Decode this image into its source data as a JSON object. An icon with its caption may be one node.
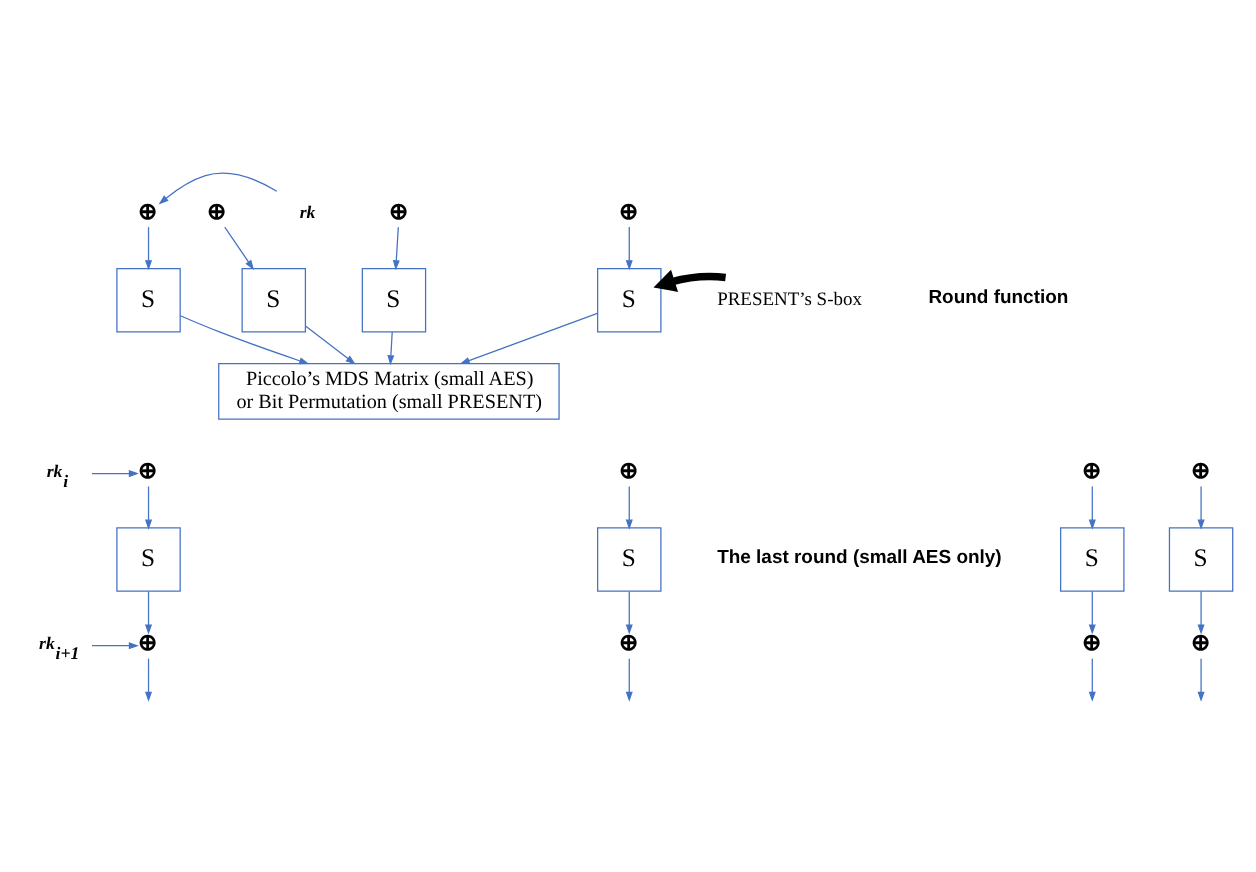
{
  "diagram": {
    "nodes": [
      {
        "text": [
          "rk"
        ]
      },
      {
        "text": [
          "⊕"
        ]
      },
      {
        "text": [
          "⊕"
        ]
      },
      {
        "text": [
          "⊕"
        ]
      },
      {
        "text": [
          "⊕"
        ]
      },
      {
        "text": [
          "S"
        ]
      },
      {
        "text": [
          "S"
        ]
      },
      {
        "text": [
          "S"
        ]
      },
      {
        "text": [
          "S"
        ]
      },
      {
        "text": [
          "Piccolo’s MDS Matrix (small AES) or Bit Permutation (small PRESENT)"
        ]
      },
      {
        "text": [
          "PRESENT’s S-box"
        ]
      },
      {
        "text": [
          "rk$_{i}$"
        ]
      },
      {
        "text": [
          "⊕"
        ]
      },
      {
        "text": [
          "⊕"
        ]
      },
      {
        "text": [
          "⊕"
        ]
      },
      {
        "text": [
          "⊕"
        ]
      },
      {
        "text": [
          "S"
        ]
      },
      {
        "text": [
          "S"
        ]
      },
      {
        "text": [
          "S"
        ]
      },
      {
        "text": [
          "S"
        ]
      },
      {
        "text": [
          "rk$_{i+1}$"
        ]
      },
      {
        "text": [
          "⊕"
        ]
      },
      {
        "text": [
          "⊕"
        ]
      },
      {
        "text": [
          "⊕"
        ]
      },
      {
        "text": [
          "⊕"
        ]
      }
    ],
    "edges": [
      {
        "from": 0,
        "to": 1,
        "arrow": "to"
      },
      {
        "from": 1,
        "to": 5,
        "arrow": "to"
      },
      {
        "from": 2,
        "to": 6,
        "arrow": "to"
      },
      {
        "from": 3,
        "to": 7,
        "arrow": "to"
      },
      {
        "from": 4,
        "to": 8,
        "arrow": "to"
      },
      {
        "from": 5,
        "to": 9,
        "arrow": "to"
      },
      {
        "from": 6,
        "to": 9,
        "arrow": "to"
      },
      {
        "from": 7,
        "to": 9,
        "arrow": "to"
      },
      {
        "from": 8,
        "to": 9,
        "arrow": "to"
      },
      {
        "from": 10,
        "to": 8,
        "arrow": "to",
        "style": "thick",
        "color": "#000000"
      },
      {
        "from": 11,
        "to": 12,
        "arrow": "to"
      },
      {
        "from": 12,
        "to": 16,
        "arrow": "to"
      },
      {
        "from": 13,
        "to": 17,
        "arrow": "to"
      },
      {
        "from": 14,
        "to": 18,
        "arrow": "to"
      },
      {
        "from": 15,
        "to": 19,
        "arrow": "to"
      },
      {
        "from": 16,
        "to": 21,
        "arrow": "to"
      },
      {
        "from": 17,
        "to": 22,
        "arrow": "to"
      },
      {
        "from": 18,
        "to": 23,
        "arrow": "to"
      },
      {
        "from": 19,
        "to": 24,
        "arrow": "to"
      },
      {
        "from": 20,
        "to": 21,
        "arrow": "to"
      },
      {
        "from": 21,
        "to": null,
        "arrow": "to"
      },
      {
        "from": 22,
        "to": null,
        "arrow": "to"
      },
      {
        "from": 23,
        "to": null,
        "arrow": "to"
      },
      {
        "from": 24,
        "to": null,
        "arrow": "to"
      }
    ],
    "labels": [
      "Round function",
      "The last round (small AES only)"
    ]
  }
}
